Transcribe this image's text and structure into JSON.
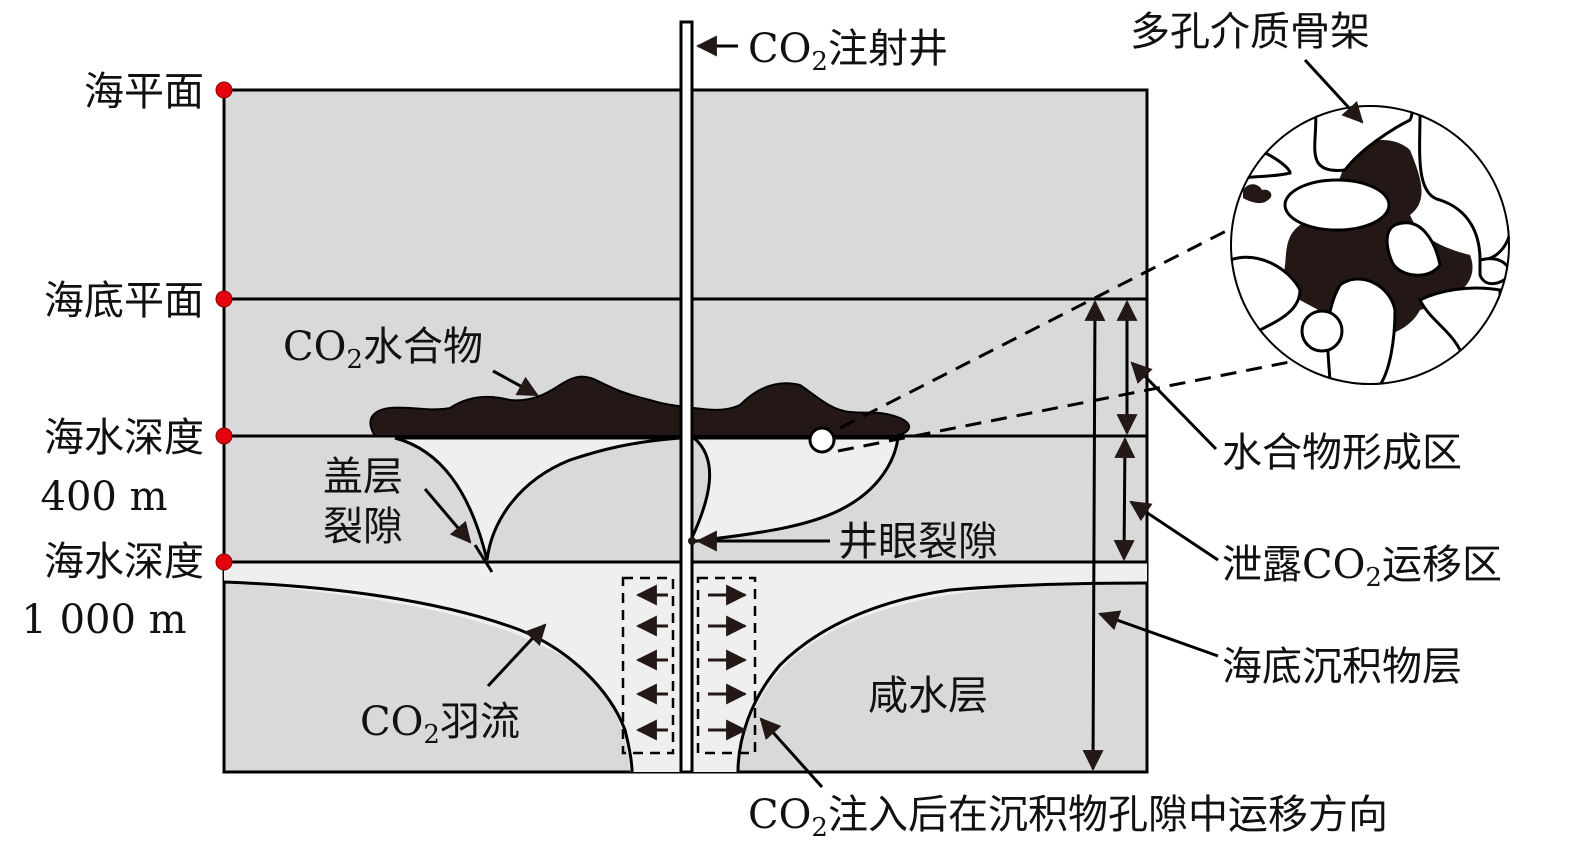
{
  "title": "海底CO2注射井地质封存示意图",
  "colors": {
    "layer_gray": "#d9d9d9",
    "plume_light": "#efefef",
    "hydrate_dark": "#231816",
    "marker_red": "#e3000f",
    "line": "#000000"
  },
  "depth_markers": [
    {
      "id": "sea-level",
      "label": "海平面"
    },
    {
      "id": "seabed",
      "label": "海底平面"
    },
    {
      "id": "depth-400",
      "label_line1": "海水深度",
      "label_line2": "400 m"
    },
    {
      "id": "depth-1000",
      "label_line1": "海水深度",
      "label_line2": "1 000 m"
    }
  ],
  "labels": {
    "well": {
      "prefix": "CO",
      "sub": "2",
      "suffix": "注射井"
    },
    "porous": "多孔介质骨架",
    "hydrate": {
      "prefix": "CO",
      "sub": "2",
      "suffix": "水合物"
    },
    "caprock_fracture_1": "盖层",
    "caprock_fracture_2": "裂隙",
    "wellbore_fracture": "井眼裂隙",
    "plume": {
      "prefix": "CO",
      "sub": "2",
      "suffix": "羽流"
    },
    "saline": "咸水层",
    "hydrate_zone": "水合物形成区",
    "leak_zone": {
      "prefix": "泄露CO",
      "sub": "2",
      "suffix": "运移区"
    },
    "sediment": "海底沉积物层",
    "migration": {
      "prefix": "CO",
      "sub": "2",
      "suffix": "注入后在沉积物孔隙中运移方向"
    }
  }
}
